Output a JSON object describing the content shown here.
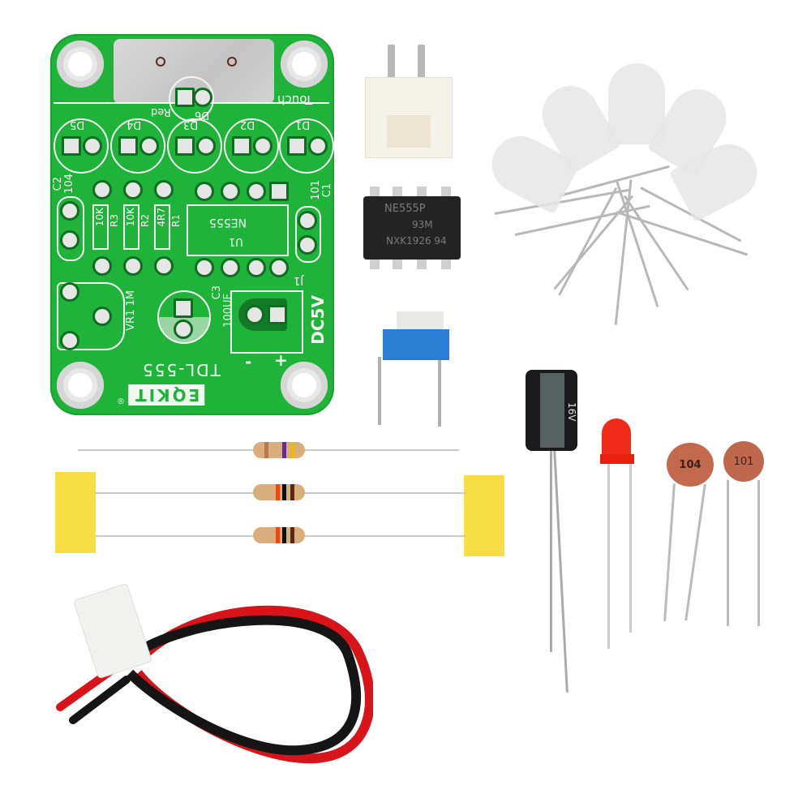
{
  "image": {
    "description": "Product photo of a TDL-555 touch LED kit: green PCB, JST header, NE555P IC, trimmer potentiometer, five white diffused LEDs, electrolytic capacitor, red LED, two ceramic capacitors, three resistors on tape, red/black power cable",
    "background": "#ffffff"
  },
  "pcb": {
    "color": "#1fb33a",
    "touch_label": "Touch",
    "led6_ref": "D6",
    "led6_color_label": "Red",
    "led_refs": [
      "D5",
      "D4",
      "D3",
      "D2",
      "D1"
    ],
    "c2_ref": "C2",
    "c2_value": "104",
    "c1_ref": "C1",
    "c1_value": "101",
    "resistors": [
      {
        "ref": "R3",
        "value": "10K"
      },
      {
        "ref": "R2",
        "value": "10K"
      },
      {
        "ref": "R1",
        "value": "4R7"
      }
    ],
    "ic_ref": "U1",
    "ic_value": "NE555",
    "connector_ref": "J1",
    "trimmer_ref": "VR1",
    "trimmer_value": "1M",
    "c3_ref": "C3",
    "c3_value": "100UF",
    "power_label": "DC5V",
    "minus_label": "-",
    "plus_label": "+",
    "model": "TDL-555",
    "brand": "EQKIT",
    "registered_mark": "®"
  },
  "components": {
    "ic_chip": {
      "line1": "NE555P",
      "line2": "93M",
      "line3": "NXK1926 94"
    },
    "electrolytic_cap": {
      "voltage_label": "16V"
    },
    "ceramic_caps": [
      {
        "label": "104",
        "color": "#c36a4e"
      },
      {
        "label": "101",
        "color": "#c0684e"
      }
    ],
    "resistors": [
      {
        "bands": [
          "#a0522d",
          "#d8ae7c",
          "#6a2c8c",
          "#e8b820"
        ]
      },
      {
        "bands": [
          "#e84a14",
          "#111111",
          "#5a2a10"
        ]
      },
      {
        "bands": [
          "#e84a14",
          "#111111",
          "#5a2a10"
        ]
      }
    ],
    "tape_color": "#f7de45",
    "red_led_color": "#f02a18",
    "white_led_count": 5,
    "cable_colors": [
      "#d8141a",
      "#151515"
    ]
  }
}
